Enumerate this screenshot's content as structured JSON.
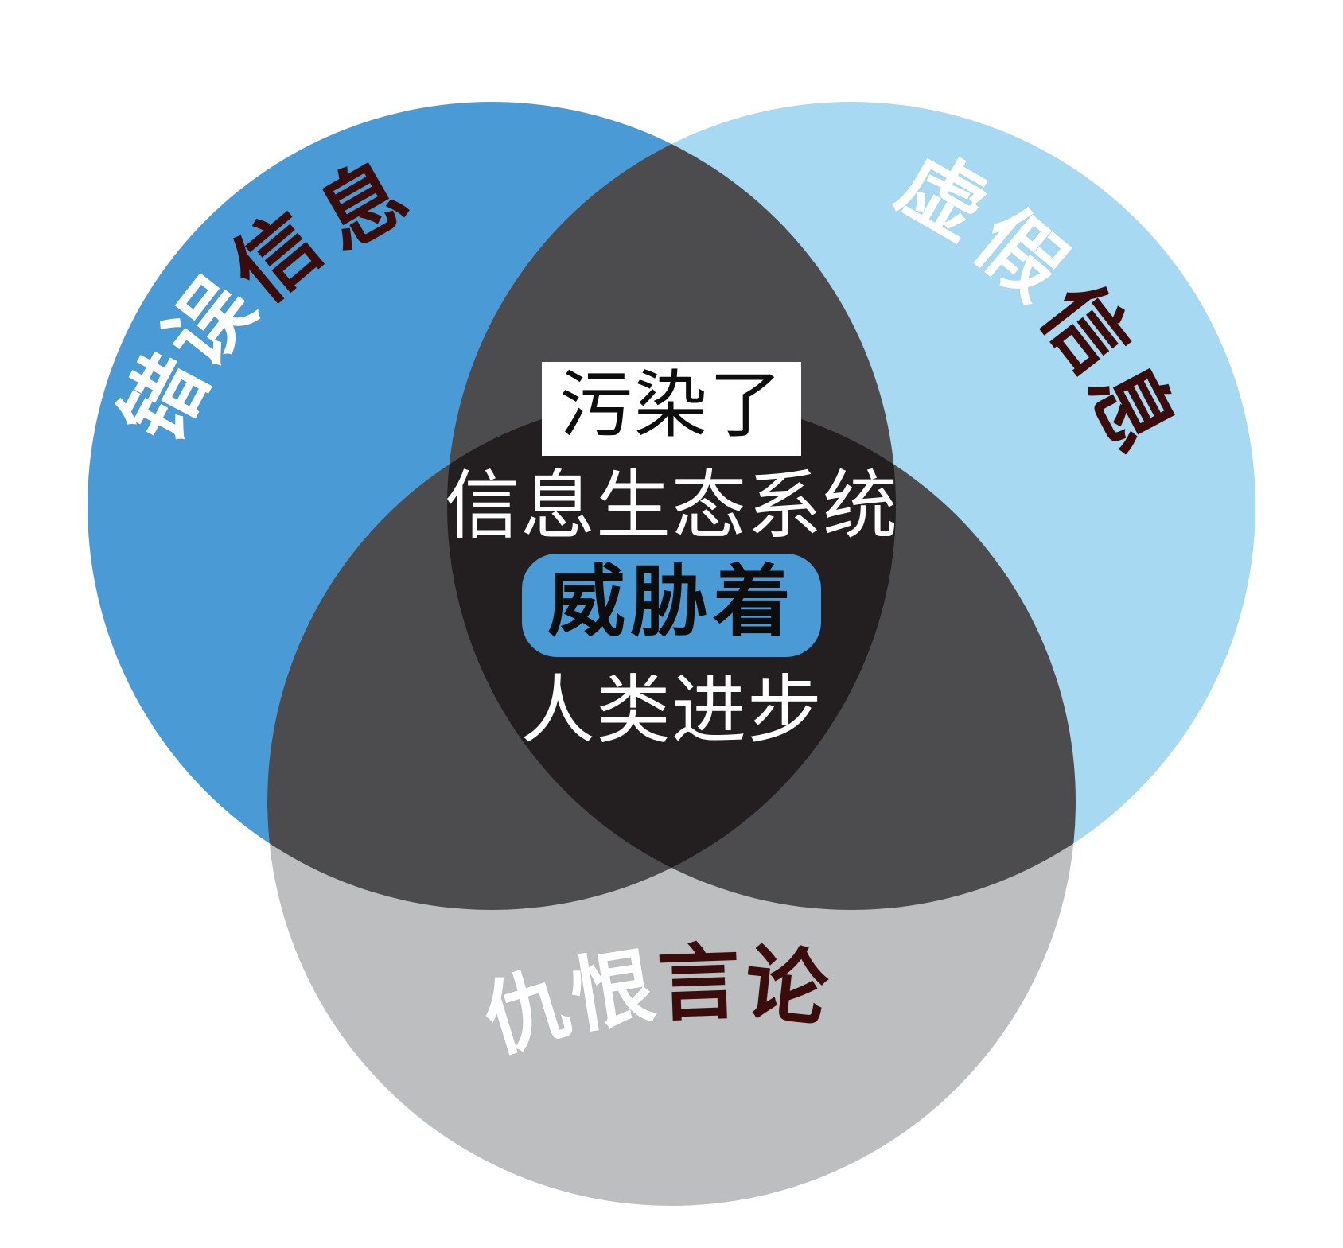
{
  "diagram": {
    "type": "venn-3-circle",
    "title_visible": false,
    "background_color": "#FFFFFF",
    "circles": [
      {
        "id": "misinformation",
        "position": "top-left",
        "fill": "#4A9BD5",
        "label_parts": [
          {
            "text": "错",
            "color": "#FFFFFF"
          },
          {
            "text": "误",
            "color": "#FFFFFF"
          },
          {
            "text": "信",
            "color": "#3A0C0C"
          },
          {
            "text": "息",
            "color": "#3A0C0C"
          }
        ],
        "label_full": "错误信息"
      },
      {
        "id": "disinformation",
        "position": "top-right",
        "fill": "#A8D9F2",
        "label_parts": [
          {
            "text": "虚",
            "color": "#FFFFFF"
          },
          {
            "text": "假",
            "color": "#FFFFFF"
          },
          {
            "text": "信",
            "color": "#3A0C0C"
          },
          {
            "text": "息",
            "color": "#3A0C0C"
          }
        ],
        "label_full": "虚假信息"
      },
      {
        "id": "hatespeech",
        "position": "bottom",
        "fill": "#BCBEC0",
        "label_parts": [
          {
            "text": "仇",
            "color": "#FFFFFF"
          },
          {
            "text": "恨",
            "color": "#FFFFFF"
          },
          {
            "text": "言",
            "color": "#3A0C0C"
          },
          {
            "text": "论",
            "color": "#3A0C0C"
          }
        ],
        "label_full": "仇恨言论"
      }
    ],
    "overlaps": {
      "pair_fill": "#4C4C4E",
      "triple_fill": "#231F20"
    },
    "center_message": {
      "line1": "污染了",
      "line2": "信息生态系统",
      "line3": "威胁着",
      "line4": "人类进步",
      "line1_style": {
        "background": "#FFFFFF",
        "color": "#0D0D0D"
      },
      "line2_style": {
        "background": "transparent",
        "color": "#FFFFFF"
      },
      "line3_style": {
        "background": "#4A9BD5",
        "color": "#0D0D0D"
      },
      "line4_style": {
        "background": "transparent",
        "color": "#FFFFFF"
      }
    }
  }
}
